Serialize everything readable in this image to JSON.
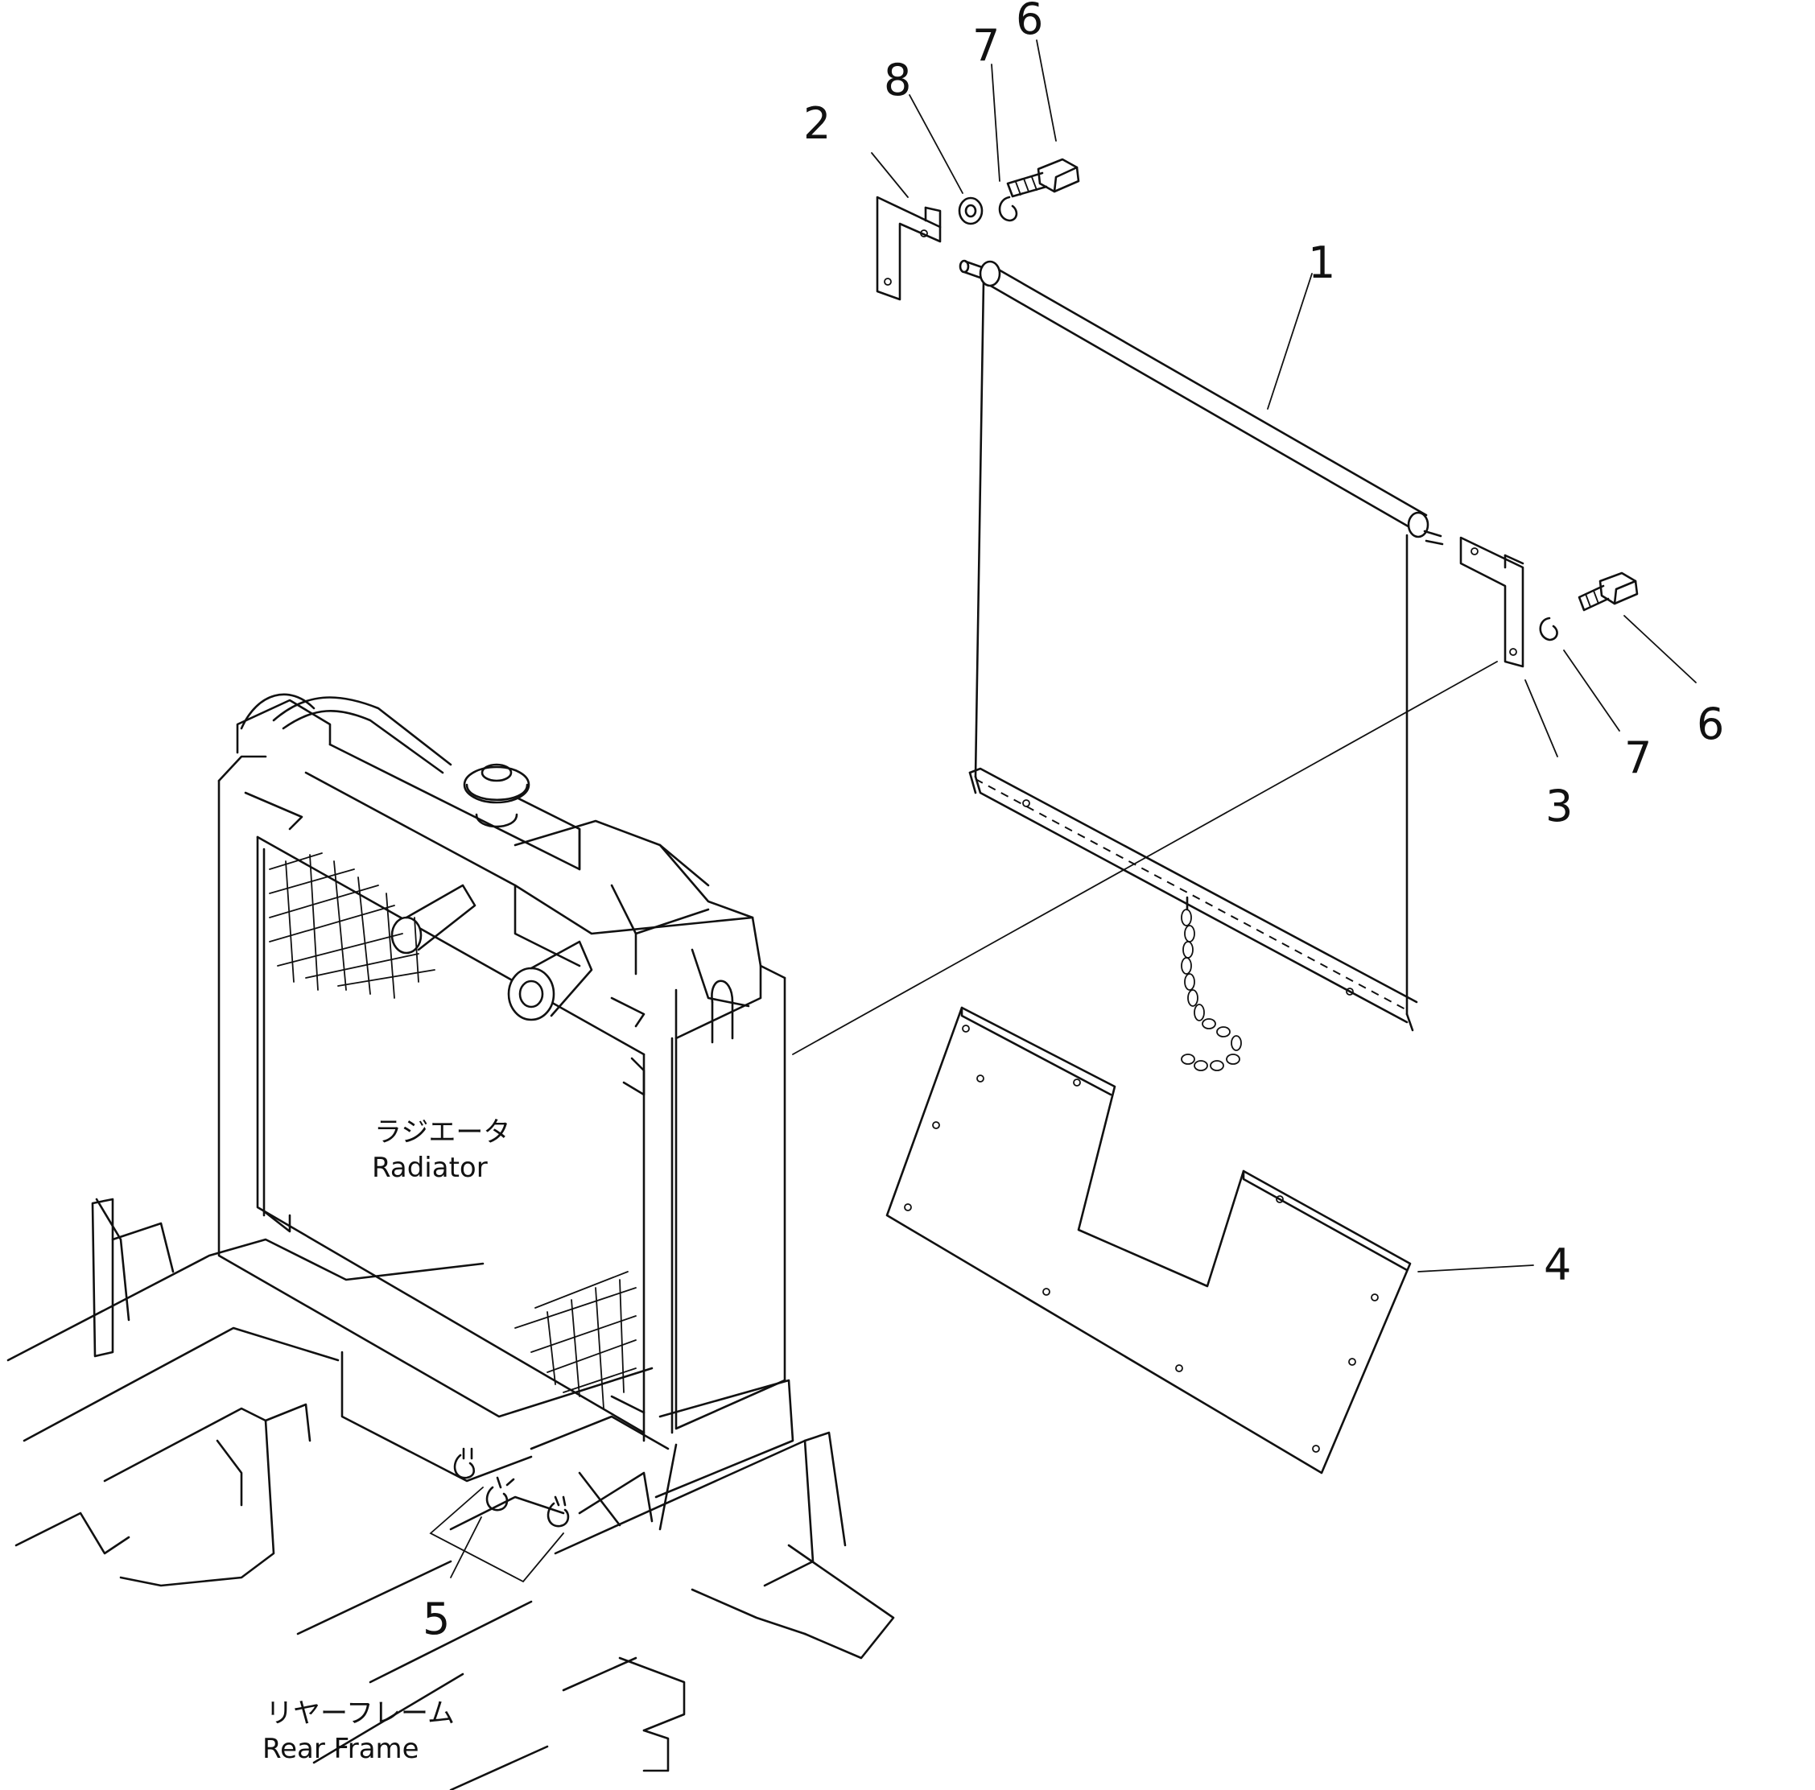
{
  "diagram": {
    "callouts": {
      "c1": "1",
      "c2": "2",
      "c3": "3",
      "c4": "4",
      "c5": "5",
      "c6a": "6",
      "c6b": "6",
      "c7a": "7",
      "c7b": "7",
      "c8": "8"
    },
    "labels": {
      "radiator_jp": "ラジエータ",
      "radiator_en": "Radiator",
      "rear_frame_jp": "リヤーフレーム",
      "rear_frame_en": "Rear Frame"
    }
  }
}
